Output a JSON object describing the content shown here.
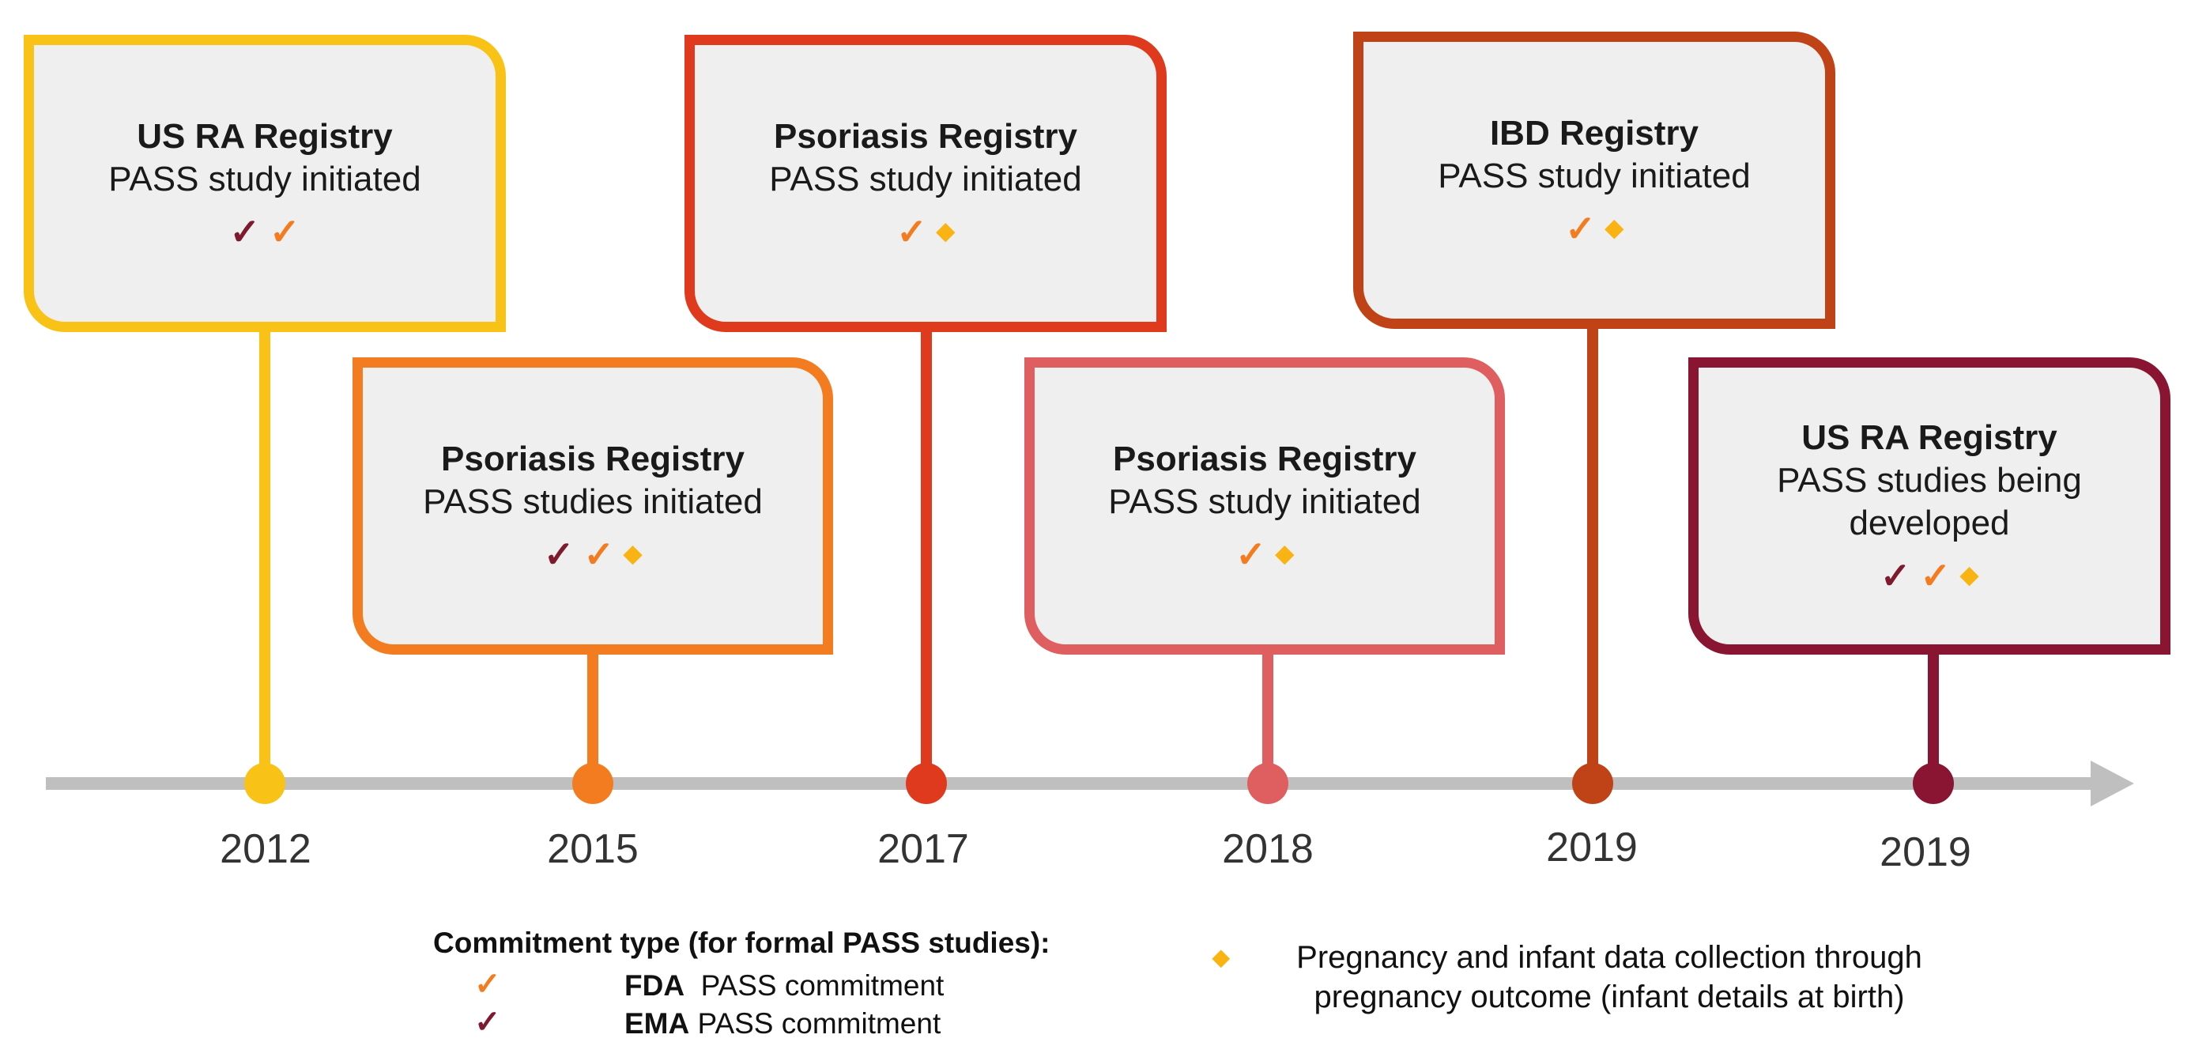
{
  "colors": {
    "c2012": "#f9c217",
    "c2015": "#f47c20",
    "c2017": "#e03a1e",
    "c2018": "#df5e60",
    "c2019a": "#bf4317",
    "c2019b": "#8a1533",
    "fda_mark": "#f47c20",
    "ema_mark": "#7d1a2e",
    "diamond": "#f9b414",
    "axis": "#bfbfbf"
  },
  "milestones": [
    {
      "year": "2012",
      "title": "US RA Registry",
      "subtitle": "PASS study initiated",
      "marks": [
        "ema-check",
        "fda-check"
      ]
    },
    {
      "year": "2015",
      "title": "Psoriasis Registry",
      "subtitle": "PASS studies initiated",
      "marks": [
        "ema-check",
        "fda-check",
        "diamond"
      ]
    },
    {
      "year": "2017",
      "title": "Psoriasis Registry",
      "subtitle": "PASS study initiated",
      "marks": [
        "fda-check",
        "diamond"
      ]
    },
    {
      "year": "2018",
      "title": "Psoriasis Registry",
      "subtitle": "PASS study initiated",
      "marks": [
        "fda-check",
        "diamond"
      ]
    },
    {
      "year": "2019",
      "title": "IBD Registry",
      "subtitle": "PASS study initiated",
      "marks": [
        "fda-check",
        "diamond"
      ]
    },
    {
      "year": "2019",
      "title": "US RA Registry",
      "subtitle": "PASS studies being developed",
      "marks": [
        "ema-check",
        "fda-check",
        "diamond"
      ]
    }
  ],
  "legend": {
    "heading": "Commitment type (for formal PASS studies):",
    "fda_label": "FDA",
    "fda_text": "PASS commitment",
    "ema_label": "EMA",
    "ema_text": "PASS commitment",
    "pregnancy_line1": "Pregnancy and infant data collection through",
    "pregnancy_line2": "pregnancy outcome (infant details at birth)"
  }
}
